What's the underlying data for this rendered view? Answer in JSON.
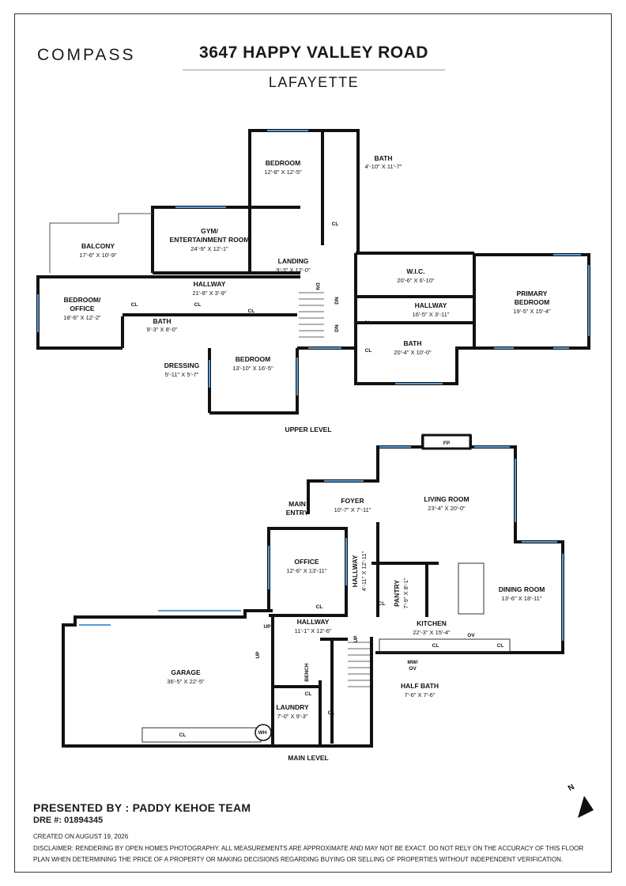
{
  "header": {
    "brand": "COMPASS",
    "address": "3647 HAPPY VALLEY ROAD",
    "city": "LAFAYETTE"
  },
  "upper_level": {
    "label": "UPPER LEVEL",
    "rooms": {
      "bedroom_top": {
        "name": "BEDROOM",
        "dims": "12'-8\" X 12'-5\""
      },
      "bath_top": {
        "name": "BATH",
        "dims": "4'-10\" X 11'-7\""
      },
      "gym": {
        "name": "GYM/",
        "name2": "ENTERTAINMENT ROOM",
        "dims": "24'-9\" X 12'-1\""
      },
      "balcony": {
        "name": "BALCONY",
        "dims": "17'-6\" X 10'-9\""
      },
      "landing": {
        "name": "LANDING",
        "dims": "9'-3\" X 12'-0\""
      },
      "hallway_left": {
        "name": "HALLWAY",
        "dims": "21'-8\" X 3'-9\""
      },
      "bedroom_office": {
        "name": "BEDROOM/",
        "name2": "OFFICE",
        "dims": "18'-6\" X 12'-2\""
      },
      "bath_left": {
        "name": "BATH",
        "dims": "9'-3\" X 8'-0\""
      },
      "dressing": {
        "name": "DRESSING",
        "dims": "5'-11\" X 5'-7\""
      },
      "bedroom_mid": {
        "name": "BEDROOM",
        "dims": "13'-10\" X 16'-5\""
      },
      "wic": {
        "name": "W.I.C.",
        "dims": "20'-6\" X 6'-10\""
      },
      "hallway_right": {
        "name": "HALLWAY",
        "dims": "16'-5\" X 3'-11\""
      },
      "primary": {
        "name": "PRIMARY",
        "name2": "BEDROOM",
        "dims": "19'-5\" X 15'-4\""
      },
      "bath_primary": {
        "name": "BATH",
        "dims": "20'-4\" X 10'-0\""
      }
    }
  },
  "main_level": {
    "label": "MAIN LEVEL",
    "rooms": {
      "main_entry": {
        "name": "MAIN",
        "name2": "ENTRY"
      },
      "foyer": {
        "name": "FOYER",
        "dims": "10'-7\" X 7'-11\""
      },
      "living": {
        "name": "LIVING ROOM",
        "dims": "23'-4\" X 20'-0\""
      },
      "office": {
        "name": "OFFICE",
        "dims": "12'-6\" X 13'-11\""
      },
      "hallway_v": {
        "name": "HALLWAY",
        "dims": "4'-11\" X 12'-11\""
      },
      "pantry": {
        "name": "PANTRY",
        "dims": "7'-9\" X 8'-1\""
      },
      "dining": {
        "name": "DINING ROOM",
        "dims": "13'-6\" X 18'-11\""
      },
      "hallway_m": {
        "name": "HALLWAY",
        "dims": "11'-1\" X 12'-6\""
      },
      "kitchen": {
        "name": "KITCHEN",
        "dims": "22'-3\" X 15'-4\""
      },
      "garage": {
        "name": "GARAGE",
        "dims": "36'-5\" X 22'-5\""
      },
      "half_bath": {
        "name": "HALF BATH",
        "dims": "7'-6\" X 7'-6\""
      },
      "laundry": {
        "name": "LAUNDRY",
        "dims": "7'-0\" X 9'-3\""
      }
    }
  },
  "fixtures": {
    "cl": "CL",
    "dn": "DN",
    "up": "UP",
    "fp": "FP",
    "ov": "OV",
    "mw_ov": "MW/",
    "mw_ov2": "OV",
    "bench": "BENCH",
    "wh": "WH"
  },
  "north": "N",
  "footer": {
    "presented": "PRESENTED BY : PADDY KEHOE TEAM",
    "dre": "DRE #: 01894345",
    "created": "CREATED ON AUGUST 19, 2026",
    "disclaimer": "DISCLAIMER: RENDERING BY OPEN HOMES PHOTOGRAPHY. ALL MEASUREMENTS ARE APPROXIMATE AND MAY NOT BE EXACT. DO NOT RELY ON THE ACCURACY OF THIS FLOOR PLAN WHEN DETERMINING THE PRICE OF A PROPERTY OR MAKING DECISIONS REGARDING BUYING OR SELLING OF PROPERTIES WITHOUT INDEPENDENT VERIFICATION."
  }
}
